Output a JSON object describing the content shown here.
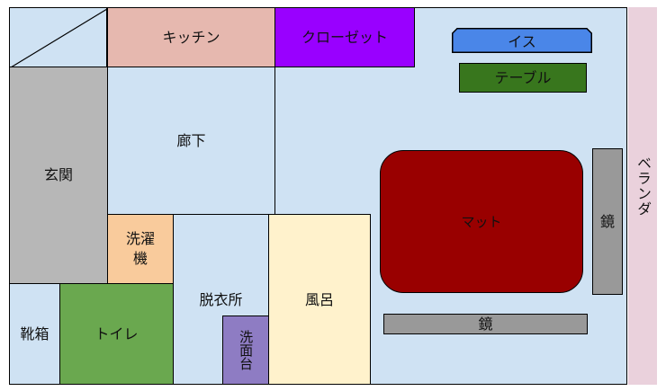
{
  "diagram": {
    "type": "floor-plan",
    "colors": {
      "floor": "#cfe2f3",
      "veranda": "#ead1dc",
      "kitchen": "#e6b8af",
      "closet": "#9900ff",
      "entrance": "#b7b7b7",
      "washing_machine": "#f9cb9c",
      "toilet": "#6aa84f",
      "sink": "#8e7cc3",
      "bath": "#fff2cc",
      "chair": "#4a86e8",
      "table": "#38761d",
      "mat": "#990000",
      "mirror": "#999999"
    },
    "rooms": {
      "kitchen": "キッチン",
      "closet": "クローゼット",
      "entrance": "玄関",
      "hallway": "廊下",
      "washing_machine": "洗濯機",
      "shoe_box": "靴箱",
      "toilet": "トイレ",
      "dressing_room": "脱衣所",
      "sink": "洗面台",
      "bath": "風呂",
      "veranda": "ベランダ"
    },
    "furniture": {
      "chair": "イス",
      "table": "テーブル",
      "mat": "マット",
      "mirror_vertical": "鏡",
      "mirror_horizontal": "鏡"
    }
  }
}
